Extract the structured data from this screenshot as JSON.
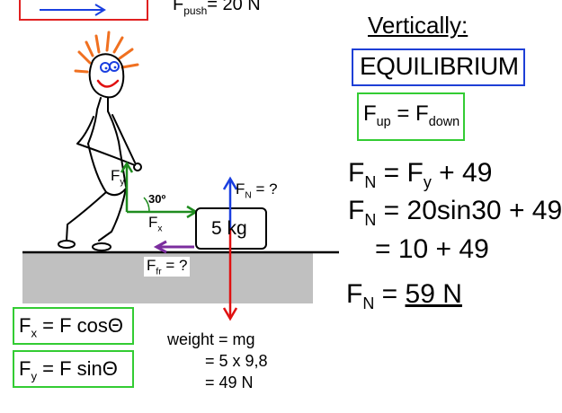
{
  "colors": {
    "ground": "#c0c0c0",
    "normal_arrow": "#1a3fe0",
    "weight_arrow": "#e01010",
    "friction_arrow": "#7b2d9e",
    "component_arrow": "#1f8c1f",
    "green_box": "#33cc33",
    "blue_box": "#1e3fd6",
    "red_box": "#e02020",
    "hair": "#f07020"
  },
  "top": {
    "fpush_label": "F",
    "fpush_sub": "push",
    "fpush_value": "= 20 N"
  },
  "right": {
    "heading": "Vertically:",
    "equilibrium": "EQUILIBRIUM",
    "fup_f": "F",
    "fup_sub": "up",
    "fup_eq": " = F",
    "fdown_sub": "down",
    "eq1_f": "F",
    "eq1_sub": "N",
    "eq1_mid": " = F",
    "eq1_sub2": "y",
    "eq1_end": " + 49",
    "eq2_f": "F",
    "eq2_sub": "N",
    "eq2_end": " = 20sin30 + 49",
    "eq3": "= 10 + 49",
    "eq4_f": "F",
    "eq4_sub": "N",
    "eq4_eq": " = ",
    "eq4_value": "59 N"
  },
  "diagram": {
    "fy_f": "F",
    "fy_sub": "y",
    "angle": "30º",
    "fx_f": "F",
    "fx_sub": "x",
    "mass": "5 kg",
    "fn_f": "F",
    "fn_sub": "N",
    "fn_end": " = ?",
    "ffr_f": "F",
    "ffr_sub": "fr",
    "ffr_end": " = ?"
  },
  "weight": {
    "line1": "weight = mg",
    "line2": "= 5 x 9,8",
    "line3": "= 49 N"
  },
  "formulas": {
    "fx_f": "F",
    "fx_sub": "x",
    "fx_end": " = F cosΘ",
    "fy_f": "F",
    "fy_sub": "y",
    "fy_end": " = F sinΘ"
  }
}
